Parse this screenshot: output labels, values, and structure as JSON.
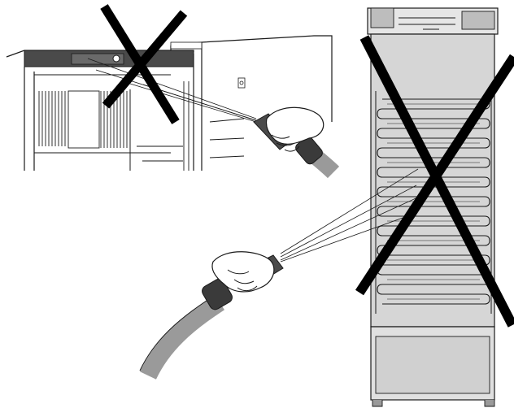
{
  "colors": {
    "background": "#ffffff",
    "line": "#1a1a1a",
    "panel_gray": "#d6d6d6",
    "panel_light": "#e6e6e6",
    "hose_gray": "#9a9a9a",
    "grip_dark": "#3a3a3a",
    "cross": "#000000"
  },
  "scenes": [
    {
      "id": "open-fridge-interior",
      "prohibited": true,
      "icon": "prohibited-cross"
    },
    {
      "id": "fridge-rear-condenser",
      "prohibited": true,
      "icon": "prohibited-cross"
    }
  ]
}
